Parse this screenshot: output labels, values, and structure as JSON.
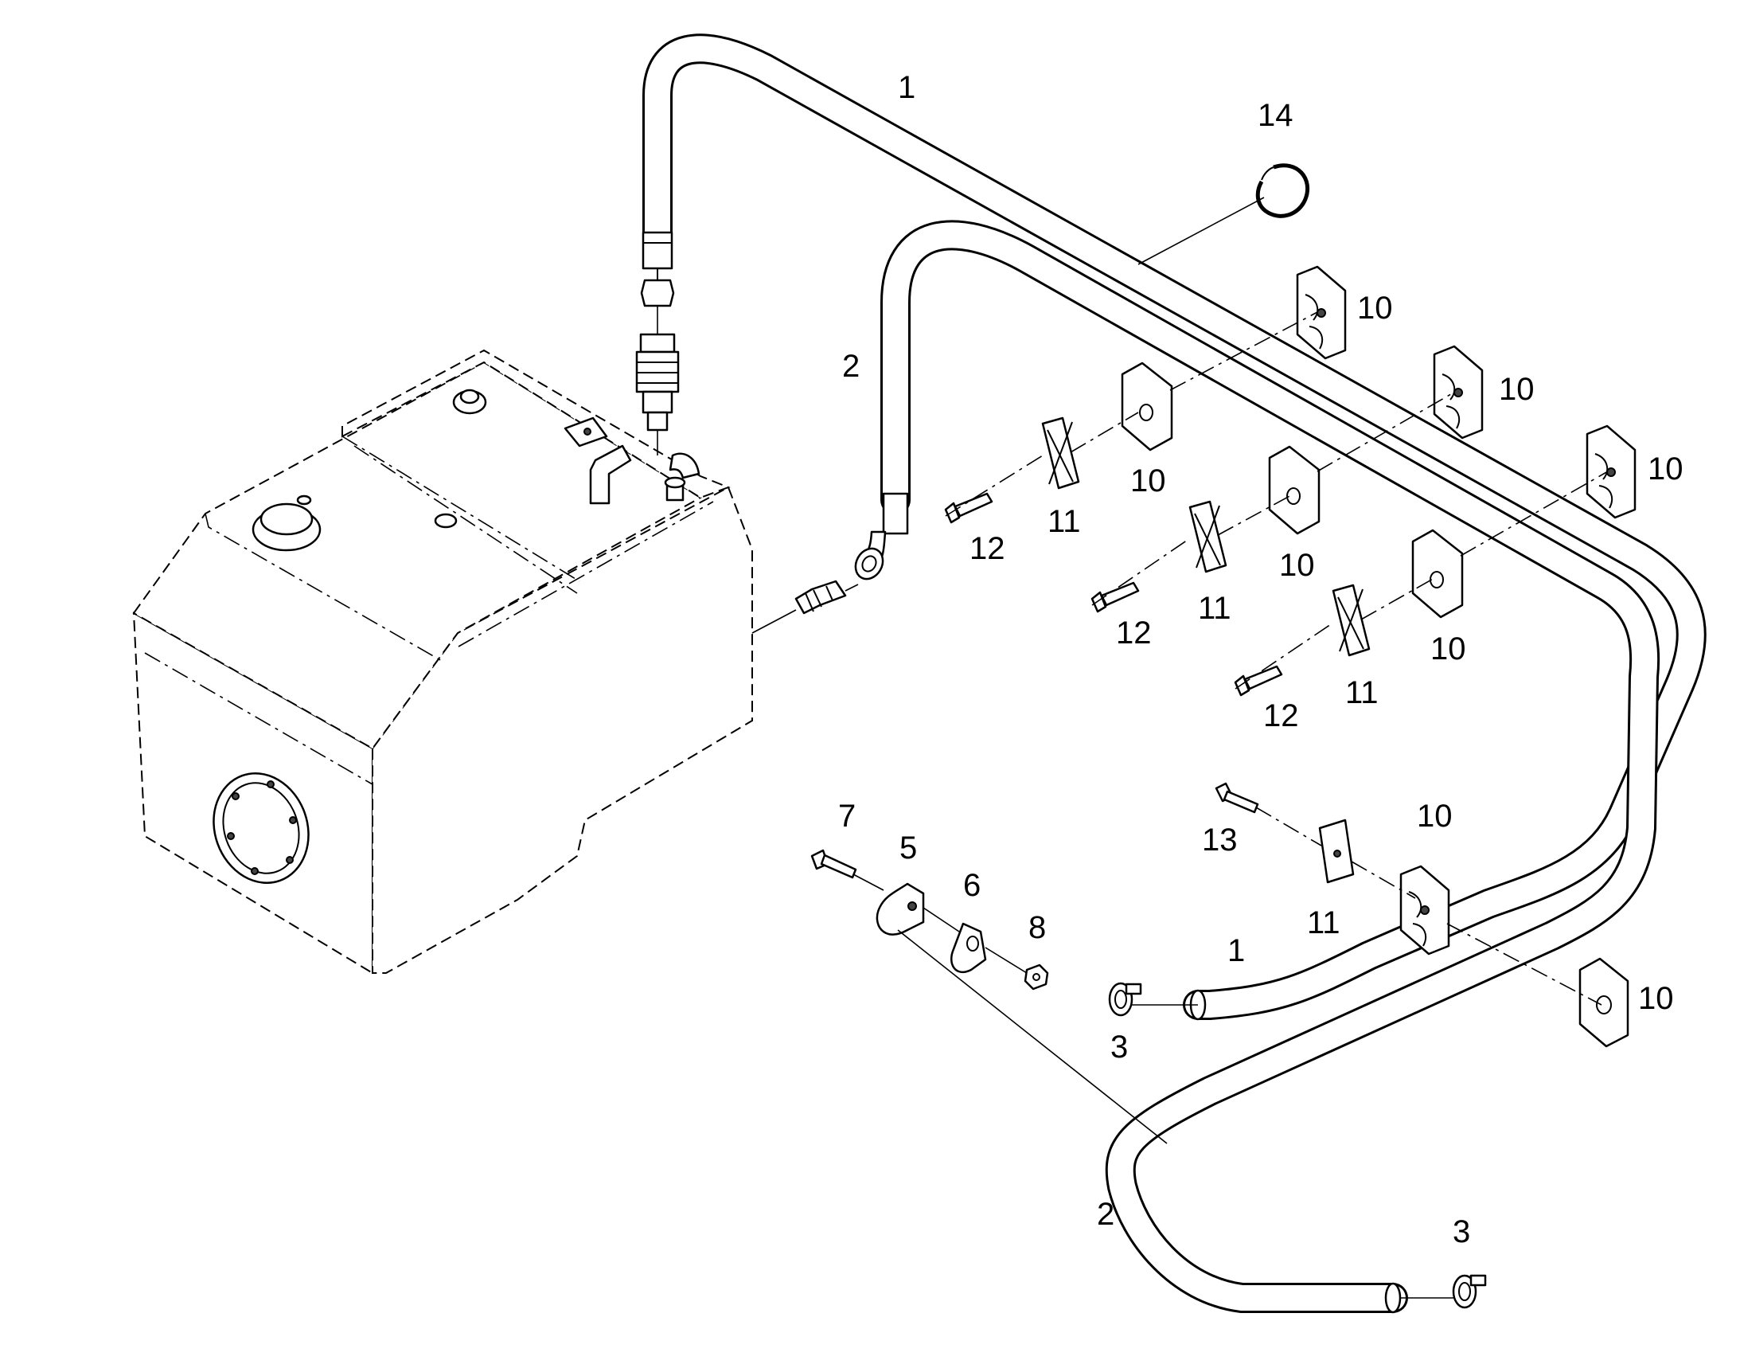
{
  "callouts": [
    {
      "id": "c1a",
      "text": "1"
    },
    {
      "id": "c1b",
      "text": "1"
    },
    {
      "id": "c2a",
      "text": "2"
    },
    {
      "id": "c2b",
      "text": "2"
    },
    {
      "id": "c3a",
      "text": "3"
    },
    {
      "id": "c3b",
      "text": "3"
    },
    {
      "id": "c5",
      "text": "5"
    },
    {
      "id": "c6",
      "text": "6"
    },
    {
      "id": "c7",
      "text": "7"
    },
    {
      "id": "c8",
      "text": "8"
    },
    {
      "id": "c10a",
      "text": "10"
    },
    {
      "id": "c10b",
      "text": "10"
    },
    {
      "id": "c10c",
      "text": "10"
    },
    {
      "id": "c10d",
      "text": "10"
    },
    {
      "id": "c10e",
      "text": "10"
    },
    {
      "id": "c10f",
      "text": "10"
    },
    {
      "id": "c10g",
      "text": "10"
    },
    {
      "id": "c10h",
      "text": "10"
    },
    {
      "id": "c11a",
      "text": "11"
    },
    {
      "id": "c11b",
      "text": "11"
    },
    {
      "id": "c11c",
      "text": "11"
    },
    {
      "id": "c11d",
      "text": "11"
    },
    {
      "id": "c12a",
      "text": "12"
    },
    {
      "id": "c12b",
      "text": "12"
    },
    {
      "id": "c12c",
      "text": "12"
    },
    {
      "id": "c13",
      "text": "13"
    },
    {
      "id": "c14",
      "text": "14"
    }
  ]
}
